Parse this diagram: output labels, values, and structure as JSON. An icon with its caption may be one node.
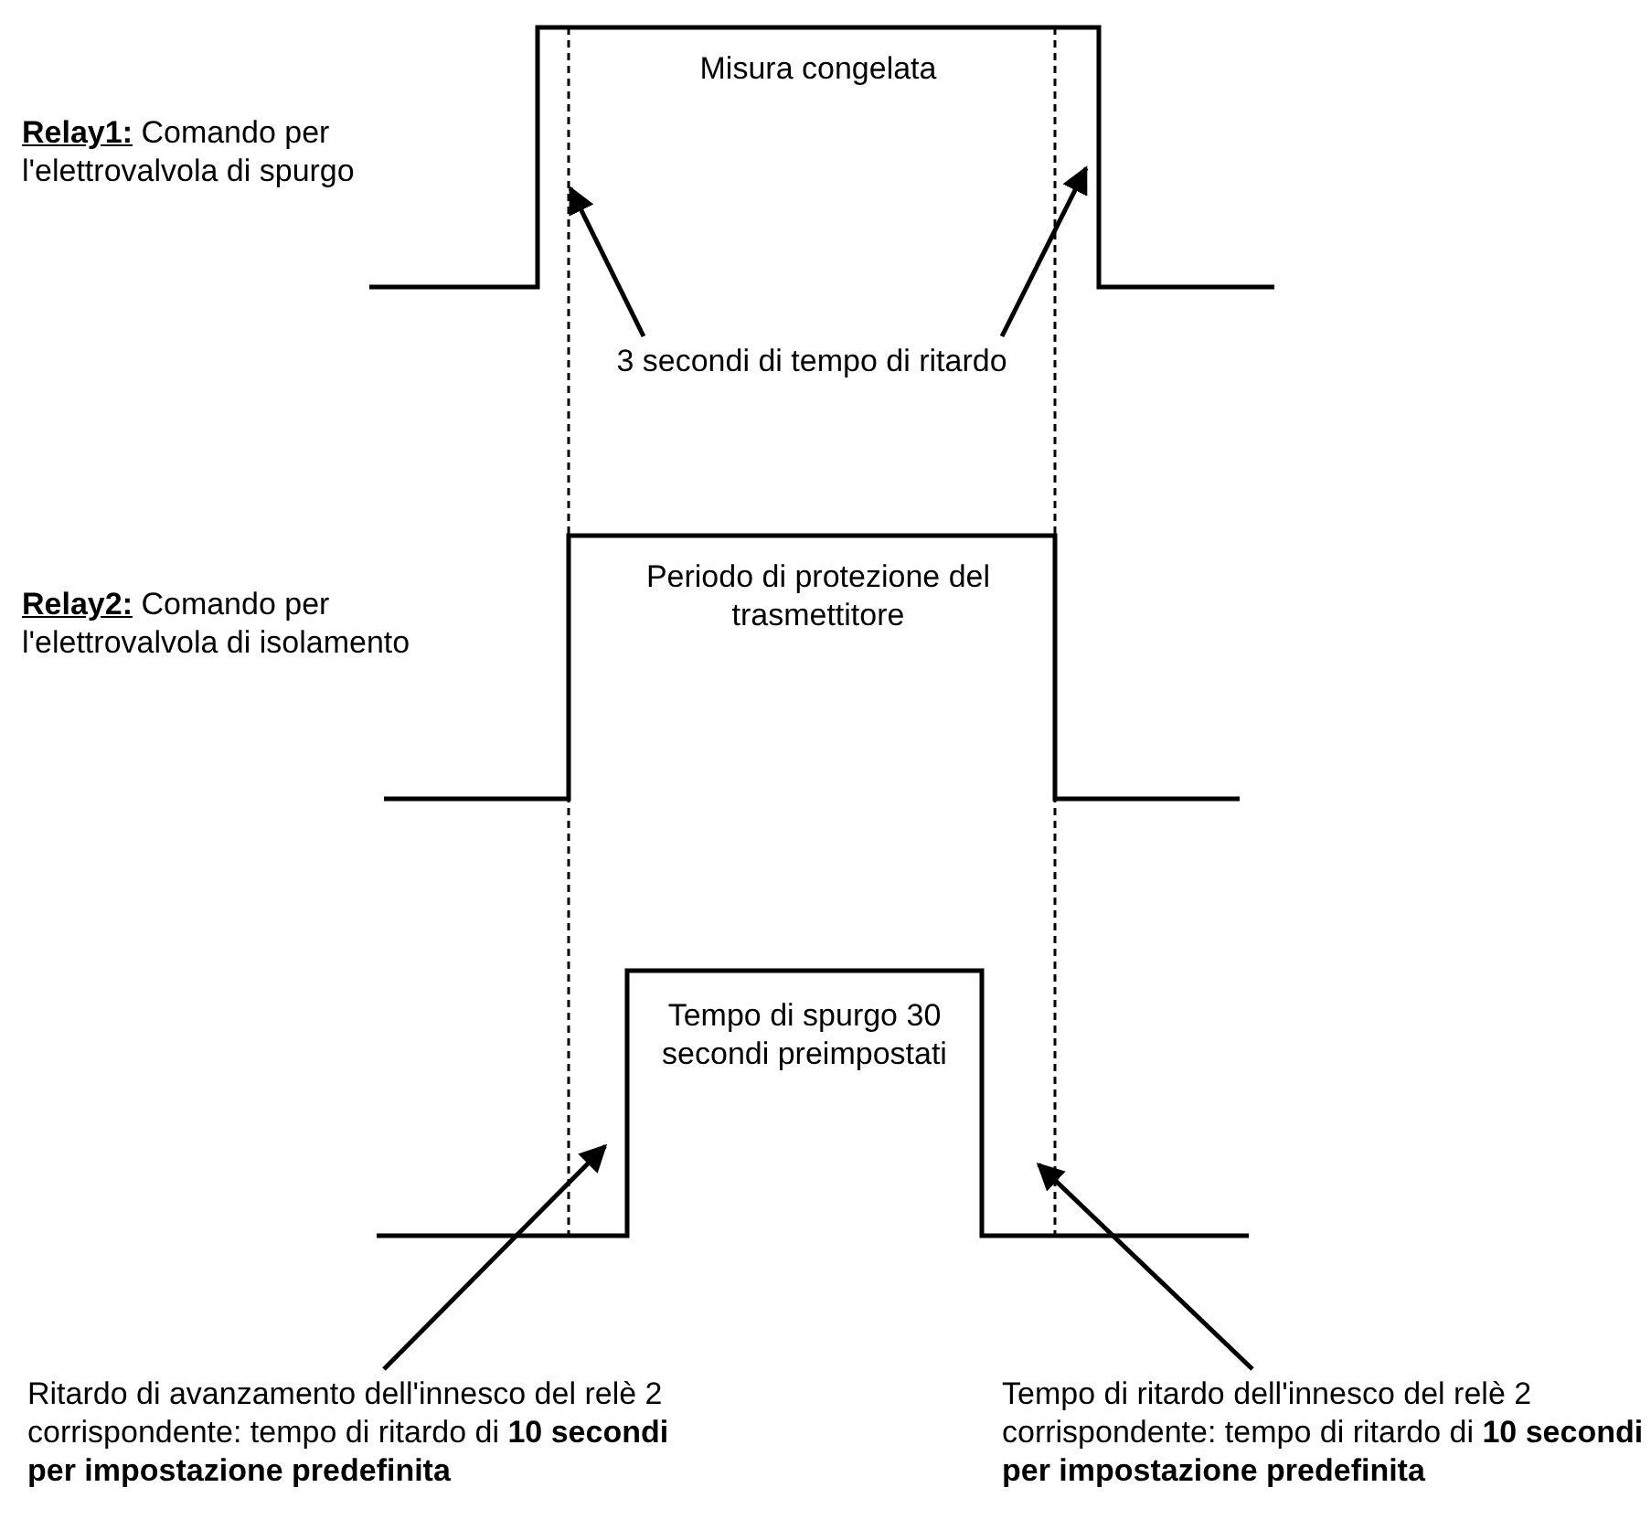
{
  "diagram": {
    "nodes": [
      {
        "text": [
          "3 secondi di tempo di ritardo"
        ]
      },
      {
        "text": [
          "Ritardo di avanzamento dell'innesco del relè 2 corrispondente: tempo di ritardo di **10 secondi per impostazione predefinita**"
        ]
      },
      {
        "text": [
          "Tempo di ritardo dell'innesco del relè 2 corrispondente: tempo di ritardo di **10 secondi per impostazione predefinita**"
        ]
      }
    ],
    "edges": [
      {
        "from": 0,
        "to": null,
        "arrow": "to"
      },
      {
        "from": 0,
        "to": null,
        "arrow": "to"
      },
      {
        "from": 1,
        "to": null,
        "arrow": "to"
      },
      {
        "from": 2,
        "to": null,
        "arrow": "to"
      }
    ],
    "labels": [
      "**Relay1:** Comando per l'elettrovalvola di spurgo",
      "Misura congelata",
      "**Relay2:** Comando per l'elettrovalvola di isolamento",
      "Periodo di protezione del trasmettitore",
      "Tempo di spurgo 30 secondi preimpostati"
    ]
  }
}
